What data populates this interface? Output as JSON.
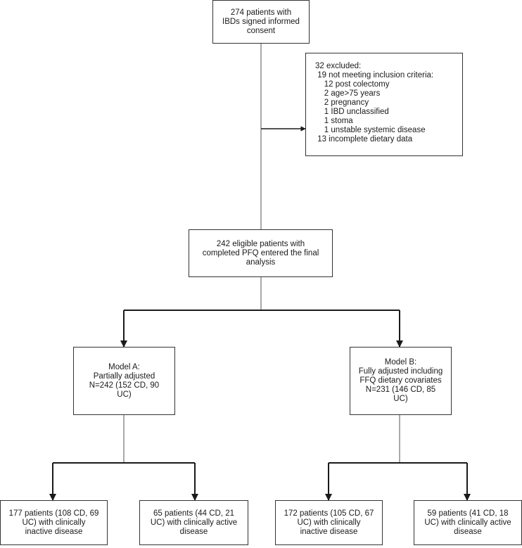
{
  "boxes": {
    "consent": [
      "274 patients with",
      "IBDs signed informed",
      "consent"
    ],
    "excluded": [
      "32 excluded:",
      " 19 not meeting inclusion criteria:",
      "    12 post colectomy",
      "    2 age>75 years",
      "    2 pregnancy",
      "    1 IBD unclassified",
      "    1 stoma",
      "    1 unstable systemic disease",
      " 13 incomplete dietary data"
    ],
    "eligible": [
      "242 eligible patients with",
      "completed PFQ entered the final",
      "analysis"
    ],
    "model_a": [
      "Model A:",
      "Partially adjusted",
      "N=242 (152 CD, 90",
      "UC)"
    ],
    "model_b": [
      "Model B:",
      "Fully adjusted including",
      "FFQ dietary covariates",
      "N=231 (146 CD, 85",
      "UC)"
    ],
    "a_inactive": [
      "177 patients (108 CD, 69",
      "UC) with clinically",
      "inactive disease"
    ],
    "a_active": [
      "65 patients (44 CD, 21",
      "UC) with clinically active",
      "disease"
    ],
    "b_inactive": [
      "172 patients (105 CD, 67",
      "UC) with clinically",
      "inactive disease"
    ],
    "b_active": [
      "59 patients (41 CD, 18",
      "UC) with clinically active",
      "disease"
    ]
  }
}
